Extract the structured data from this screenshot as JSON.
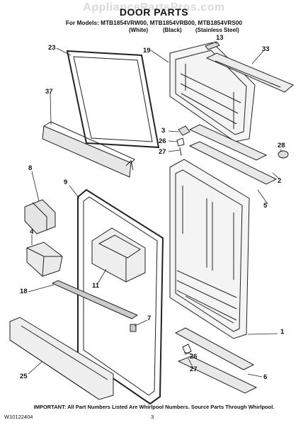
{
  "watermark": "AppliancePartsPros.com",
  "header": {
    "title": "DOOR PARTS",
    "models_line": "For Models: MTB1854VRW00, MTB1854VRB00, MTB1854VRS00",
    "variant_white": "(White)",
    "variant_black": "(Black)",
    "variant_stainless": "(Stainless Steel)"
  },
  "callouts": [
    "13",
    "19",
    "33",
    "23",
    "37",
    "3",
    "26",
    "27",
    "28",
    "2",
    "8",
    "9",
    "5",
    "4",
    "11",
    "18",
    "7",
    "1",
    "25",
    "26",
    "27",
    "6"
  ],
  "footer": {
    "note": "IMPORTANT: All Part Numbers Listed Are Whirlpool Numbers. Source Parts Through Whirlpool.",
    "doc_number": "W10122404",
    "page_number": "3"
  },
  "colors": {
    "line": "#222222",
    "shade": "#cfcfcf",
    "watermark": "#969696"
  }
}
